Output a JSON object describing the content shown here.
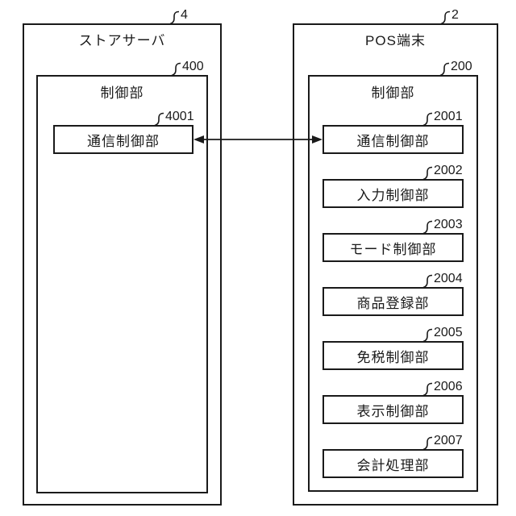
{
  "figure": {
    "left": {
      "ref": "4",
      "title": "ストアサーバ",
      "inner": {
        "ref": "400",
        "title": "制御部"
      },
      "modules": [
        {
          "ref": "4001",
          "label": "通信制御部"
        }
      ]
    },
    "right": {
      "ref": "2",
      "title": "POS端末",
      "inner": {
        "ref": "200",
        "title": "制御部"
      },
      "modules": [
        {
          "ref": "2001",
          "label": "通信制御部"
        },
        {
          "ref": "2002",
          "label": "入力制御部"
        },
        {
          "ref": "2003",
          "label": "モード制御部"
        },
        {
          "ref": "2004",
          "label": "商品登録部"
        },
        {
          "ref": "2005",
          "label": "免税制御部"
        },
        {
          "ref": "2006",
          "label": "表示制御部"
        },
        {
          "ref": "2007",
          "label": "会計処理部"
        }
      ]
    },
    "connector": {
      "type": "double-headed-arrow"
    },
    "colors": {
      "line": "#1a1a1a",
      "background": "#ffffff"
    }
  }
}
